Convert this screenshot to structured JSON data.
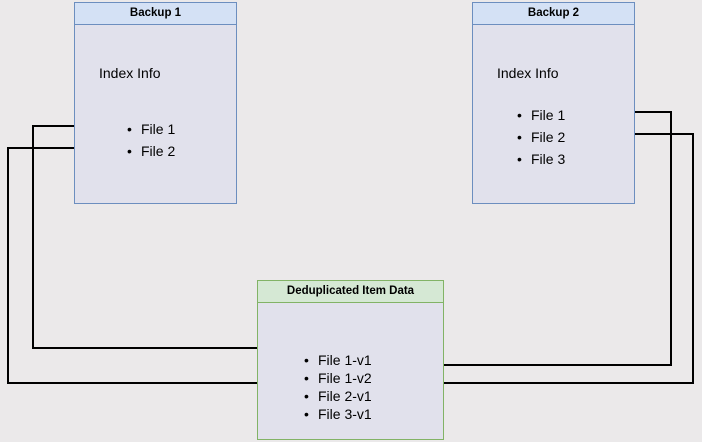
{
  "diagram": {
    "title": "Backup deduplication index diagram",
    "background_color": "#ebe9ea",
    "colors": {
      "backup_header_fill": "#d4e1f5",
      "backup_border": "#6c8ebf",
      "dedup_header_fill": "#d5e8d4",
      "dedup_border": "#82b366",
      "node_body_fill": "#e1e1ec",
      "edge_color": "#000000"
    },
    "nodes": {
      "backup1": {
        "title": "Backup 1",
        "section_label": "Index Info",
        "files": [
          "File 1",
          "File 2"
        ]
      },
      "backup2": {
        "title": "Backup 2",
        "section_label": "Index Info",
        "files": [
          "File 1",
          "File 2",
          "File 3"
        ]
      },
      "dedup": {
        "title": "Deduplicated Item Data",
        "items": [
          "File 1-v1",
          "File 1-v2",
          "File 2-v1",
          "File 3-v1"
        ]
      }
    },
    "edges": [
      {
        "from": "backup1.File 1",
        "to": "dedup.File 1-v1",
        "direction": "right"
      },
      {
        "from": "backup1.File 2",
        "to": "dedup.File 2-v1",
        "direction": "right"
      },
      {
        "from": "backup2.File 1",
        "to": "dedup.File 1-v2",
        "direction": "left"
      },
      {
        "from": "backup2.File 2",
        "to": "dedup.File 2-v1",
        "direction": "left"
      }
    ]
  }
}
